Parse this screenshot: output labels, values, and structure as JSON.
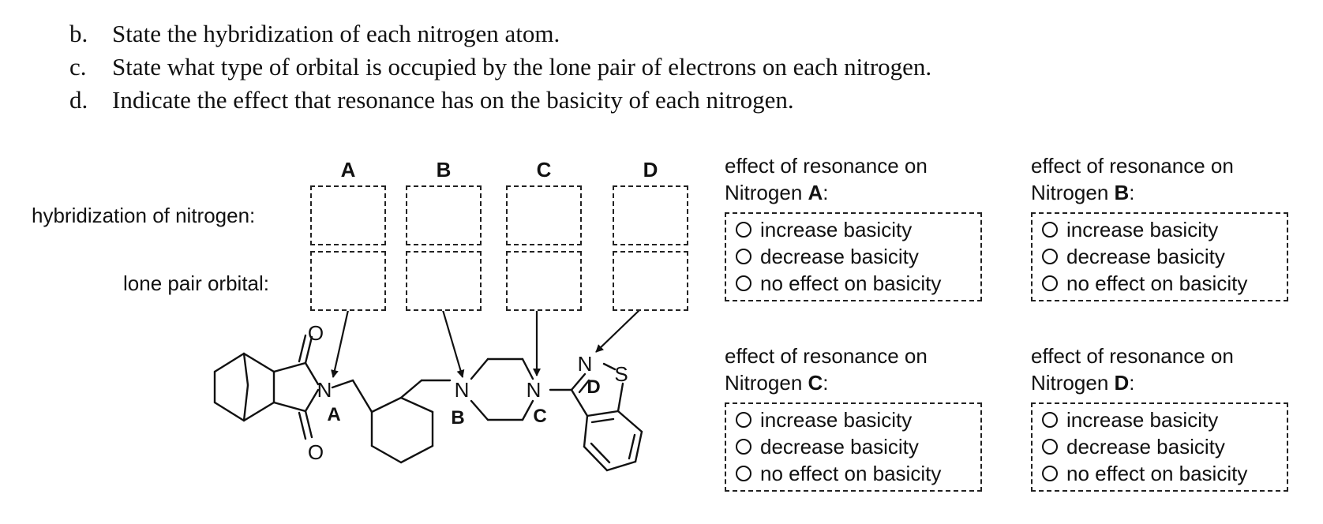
{
  "questions": [
    {
      "letter": "b.",
      "text": "State the hybridization of each nitrogen atom."
    },
    {
      "letter": "c.",
      "text": "State what type of orbital is occupied by the lone pair of electrons on each nitrogen."
    },
    {
      "letter": "d.",
      "text": "Indicate the effect that resonance has on the basicity of each nitrogen."
    }
  ],
  "grid": {
    "columns": [
      "A",
      "B",
      "C",
      "D"
    ],
    "row_hybridization": "hybridization of nitrogen:",
    "row_lone_pair": "lone pair orbital:"
  },
  "panels": [
    {
      "title": "effect of resonance on",
      "prefix": "Nitrogen ",
      "letter": "A",
      "suffix": ":",
      "options": [
        "increase basicity",
        "decrease basicity",
        "no effect on basicity"
      ]
    },
    {
      "title": "effect of resonance on",
      "prefix": "Nitrogen ",
      "letter": "B",
      "suffix": ":",
      "options": [
        "increase basicity",
        "decrease basicity",
        "no effect on basicity"
      ]
    },
    {
      "title": "effect of resonance on",
      "prefix": "Nitrogen ",
      "letter": "C",
      "suffix": ":",
      "options": [
        "increase basicity",
        "decrease basicity",
        "no effect on basicity"
      ]
    },
    {
      "title": "effect of resonance on",
      "prefix": "Nitrogen ",
      "letter": "D",
      "suffix": ":",
      "options": [
        "increase basicity",
        "decrease basicity",
        "no effect on basicity"
      ]
    }
  ],
  "structure": {
    "atoms": {
      "O_top": "O",
      "O_bottom": "O",
      "N_A": "N",
      "N_B": "N",
      "N_C": "N",
      "N_D": "N",
      "S": "S"
    },
    "site_labels": {
      "A": "A",
      "B": "B",
      "C": "C",
      "D": "D"
    }
  }
}
